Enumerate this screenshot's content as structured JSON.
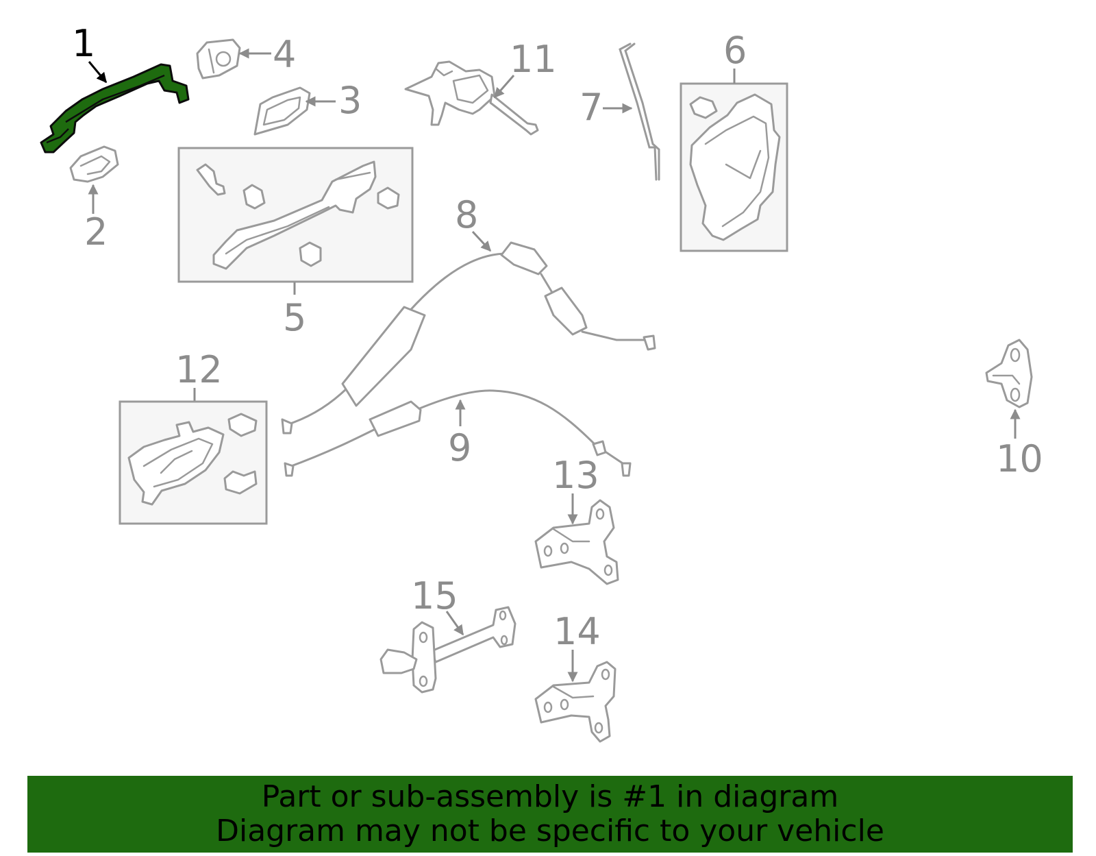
{
  "diagram": {
    "callouts": [
      "1",
      "2",
      "3",
      "4",
      "5",
      "6",
      "7",
      "8",
      "9",
      "10",
      "11",
      "12",
      "13",
      "14",
      "15"
    ],
    "highlighted_part": "1",
    "colors": {
      "highlight": "#1e6b0f",
      "outline": "#9a9a9a",
      "banner": "#1e6b0f"
    }
  },
  "banner": {
    "line1": "Part or sub-assembly is #1 in diagram",
    "line2": "Diagram may not be specific to your vehicle"
  }
}
